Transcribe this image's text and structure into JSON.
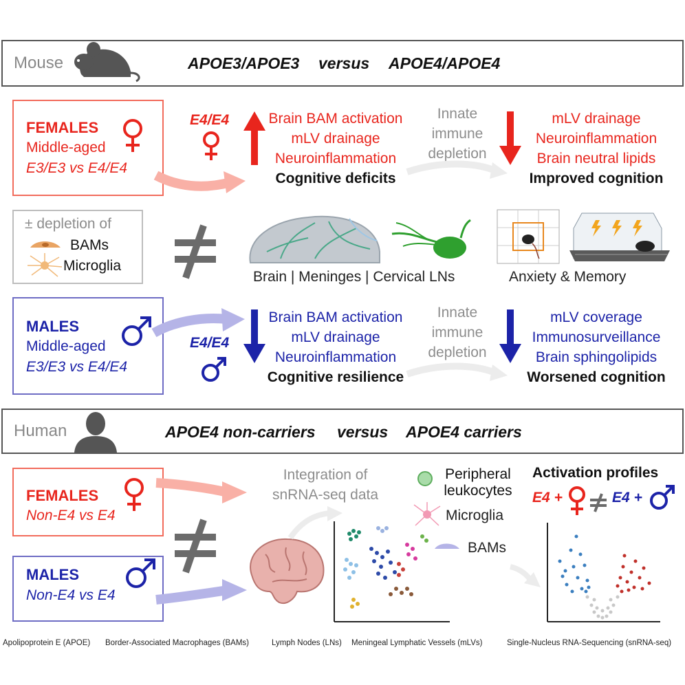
{
  "mouse_banner": {
    "label": "Mouse",
    "genotype_a": "APOE3/APOE3",
    "versus": "versus",
    "genotype_b": "APOE4/APOE4"
  },
  "female_mouse_box": {
    "title": "FEMALES",
    "subtitle": "Middle-aged",
    "comparison": "E3/E3 vs E4/E4"
  },
  "female_mouse": {
    "genotype": "E4/E4",
    "increase_effects": [
      "Brain BAM activation",
      "mLV drainage",
      "Neuroinflammation"
    ],
    "outcome": "Cognitive deficits",
    "depletion_label": [
      "Innate",
      "immune",
      "depletion"
    ],
    "decrease_effects": [
      "mLV drainage",
      "Neuroinflammation",
      "Brain neutral lipids"
    ],
    "depletion_outcome": "Improved cognition"
  },
  "depletion_box": {
    "line1": "± depletion of",
    "bams": "BAMs",
    "microglia": "Microglia"
  },
  "middle_row": {
    "tissues": "Brain | Meninges | Cervical LNs",
    "behavior": "Anxiety & Memory"
  },
  "male_mouse_box": {
    "title": "MALES",
    "subtitle": "Middle-aged",
    "comparison": "E3/E3 vs E4/E4"
  },
  "male_mouse": {
    "genotype": "E4/E4",
    "decrease_effects": [
      "Brain BAM activation",
      "mLV drainage",
      "Neuroinflammation"
    ],
    "outcome": "Cognitive resilience",
    "depletion_label": [
      "Innate",
      "immune",
      "depletion"
    ],
    "decrease_effects_2": [
      "mLV coverage",
      "Immunosurveillance",
      "Brain sphingolipids"
    ],
    "depletion_outcome": "Worsened cognition"
  },
  "human_banner": {
    "label": "Human",
    "group_a": "APOE4 non-carriers",
    "versus": "versus",
    "group_b": "APOE4 carriers"
  },
  "female_human_box": {
    "title": "FEMALES",
    "comparison": "Non-E4 vs E4"
  },
  "male_human_box": {
    "title": "MALES",
    "comparison": "Non-E4 vs E4"
  },
  "human_analysis": {
    "integration": [
      "Integration of",
      "snRNA-seq data"
    ],
    "cell_types": [
      "Peripheral",
      "leukocytes",
      "Microglia",
      "BAMs"
    ],
    "activation_title": "Activation profiles",
    "e4_female": "E4",
    "e4_male": "E4"
  },
  "footnotes": [
    "Apolipoprotein E (APOE)",
    "Border-Associated Macrophages (BAMs)",
    "Lymph Nodes (LNs)",
    "Meningeal Lymphatic Vessels (mLVs)",
    "Single-Nucleus RNA-Sequencing (snRNA-seq)"
  ],
  "colors": {
    "female": "#e8251d",
    "male": "#1c23a8",
    "female_box": "#f26b5b",
    "male_box": "#6e6cc4",
    "depletion_text": "#8d8d8d"
  }
}
